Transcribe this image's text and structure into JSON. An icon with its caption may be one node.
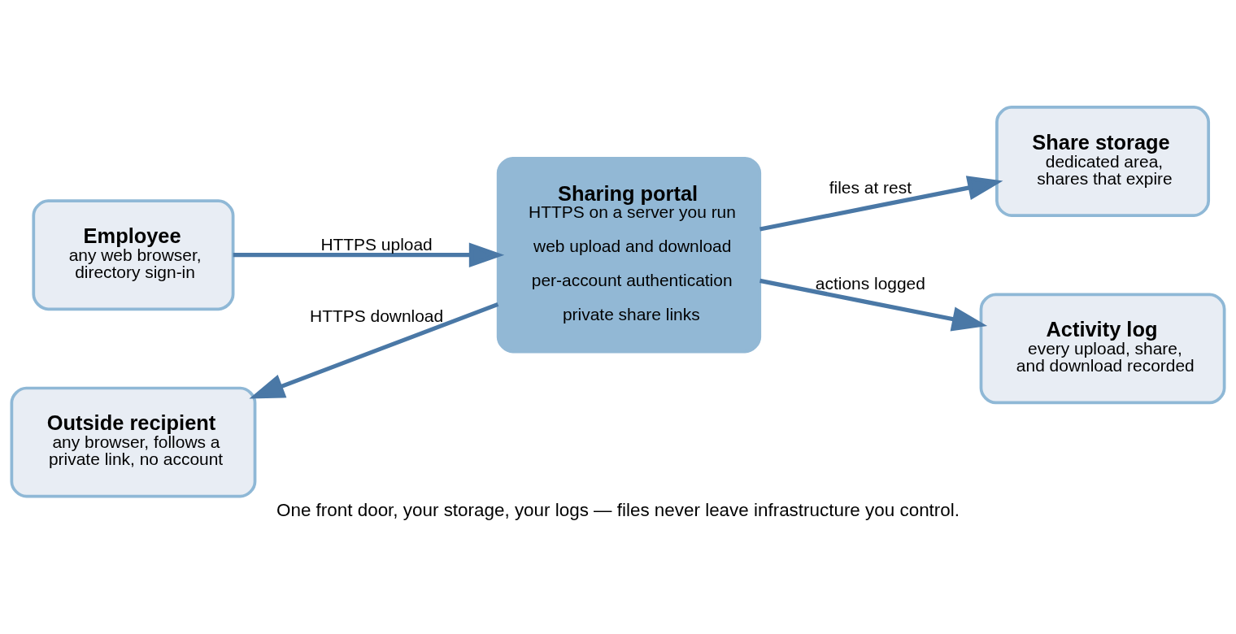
{
  "diagram": {
    "caption": "One front door, your storage, your logs — files never leave infrastructure you control.",
    "nodes": [
      {
        "text": [
          "Employee",
          "any web browser, directory sign-in"
        ]
      },
      {
        "text": [
          "Sharing portal",
          "HTTPS on a server you run",
          "web upload and download",
          "per-account authentication",
          "private share links"
        ]
      },
      {
        "text": [
          "Share storage",
          "dedicated area, shares that expire"
        ]
      },
      {
        "text": [
          "Outside recipient",
          "any browser, follows a private link, no account"
        ]
      },
      {
        "text": [
          "Activity log",
          "every upload, share, and download recorded"
        ]
      }
    ],
    "edges": [
      {
        "from": 0,
        "to": 1,
        "arrow": "to",
        "label": "HTTPS upload"
      },
      {
        "from": 1,
        "to": 2,
        "arrow": "to",
        "label": "files at rest"
      },
      {
        "from": 1,
        "to": 3,
        "arrow": "to",
        "label": "HTTPS download"
      },
      {
        "from": 1,
        "to": 4,
        "arrow": "to",
        "label": "actions logged"
      }
    ]
  }
}
